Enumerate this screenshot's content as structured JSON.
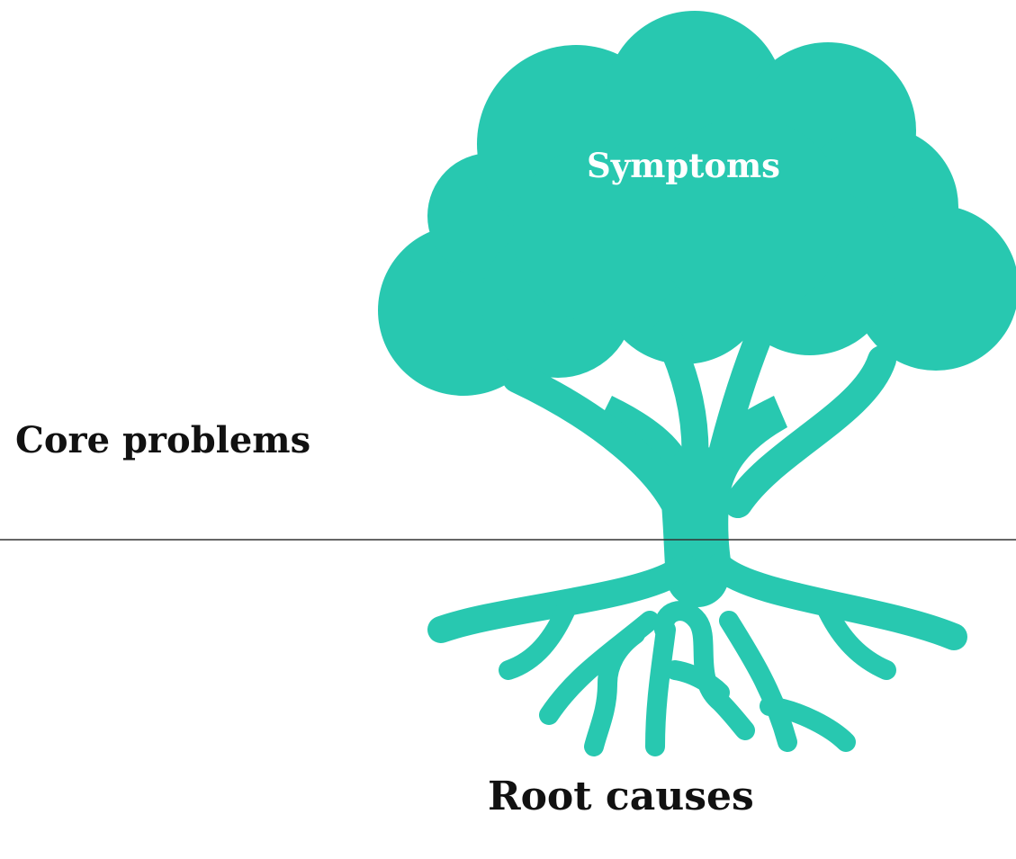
{
  "diagram": {
    "tree_color": "#28C8B0",
    "line_color": "#333333",
    "text_dark": "#111111",
    "text_light": "#FFFFFF",
    "labels": {
      "symptoms": "Symptoms",
      "core_problems": "Core problems",
      "root_causes": "Root causes"
    }
  }
}
